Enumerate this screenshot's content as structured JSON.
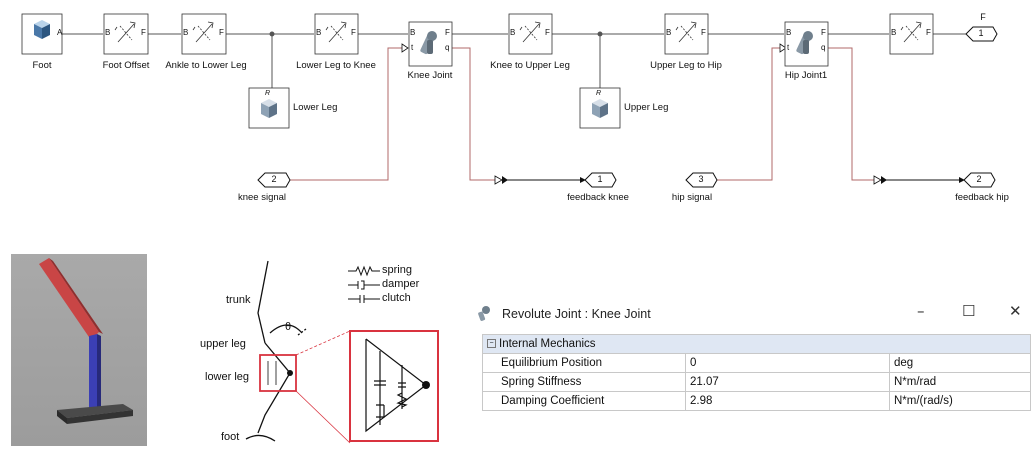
{
  "blocks": {
    "foot": "Foot",
    "foot_offset": "Foot Offset",
    "ankle_to_lower_leg": "Ankle to Lower Leg",
    "lower_leg_to_knee": "Lower Leg to Knee",
    "knee_joint": "Knee Joint",
    "knee_to_upper_leg": "Knee to Upper Leg",
    "upper_leg_to_hip": "Upper Leg to Hip",
    "hip_joint": "Hip Joint1",
    "lower_leg": "Lower Leg",
    "upper_leg": "Upper Leg"
  },
  "ports": {
    "out_f_num": "1",
    "out_f_label": "F",
    "knee_signal_num": "2",
    "knee_signal": "knee signal",
    "feedback_knee_num": "1",
    "feedback_knee": "feedback knee",
    "hip_signal_num": "3",
    "hip_signal": "hip signal",
    "feedback_hip_num": "2",
    "feedback_hip": "feedback hip"
  },
  "port_letters": {
    "a": "A",
    "b": "B",
    "f": "F",
    "t": "t",
    "q": "q",
    "r": "R"
  },
  "sketch": {
    "trunk": "trunk",
    "upper_leg": "upper leg",
    "lower_leg": "lower leg",
    "foot": "foot",
    "theta": "θ",
    "legend_spring": "spring",
    "legend_damper": "damper",
    "legend_clutch": "clutch"
  },
  "dialog": {
    "title": "Revolute Joint : Knee Joint",
    "minimize": "–",
    "maximize": "☐",
    "close": "✕",
    "group": "Internal Mechanics",
    "collapse_symbol": "−",
    "rows": [
      {
        "name": "Equilibrium Position",
        "value": "0",
        "unit": "deg"
      },
      {
        "name": "Spring Stiffness",
        "value": "21.07",
        "unit": "N*m/rad"
      },
      {
        "name": "Damping Coefficient",
        "value": "2.98",
        "unit": "N*m/(rad/s)"
      }
    ]
  },
  "colors": {
    "signal_line": "#b06a6a",
    "connection_line": "#555555",
    "highlight_red": "#d9333f",
    "render_upper": "#c94545",
    "render_lower": "#3b3fb5",
    "header_bg": "#dfe7f3"
  }
}
